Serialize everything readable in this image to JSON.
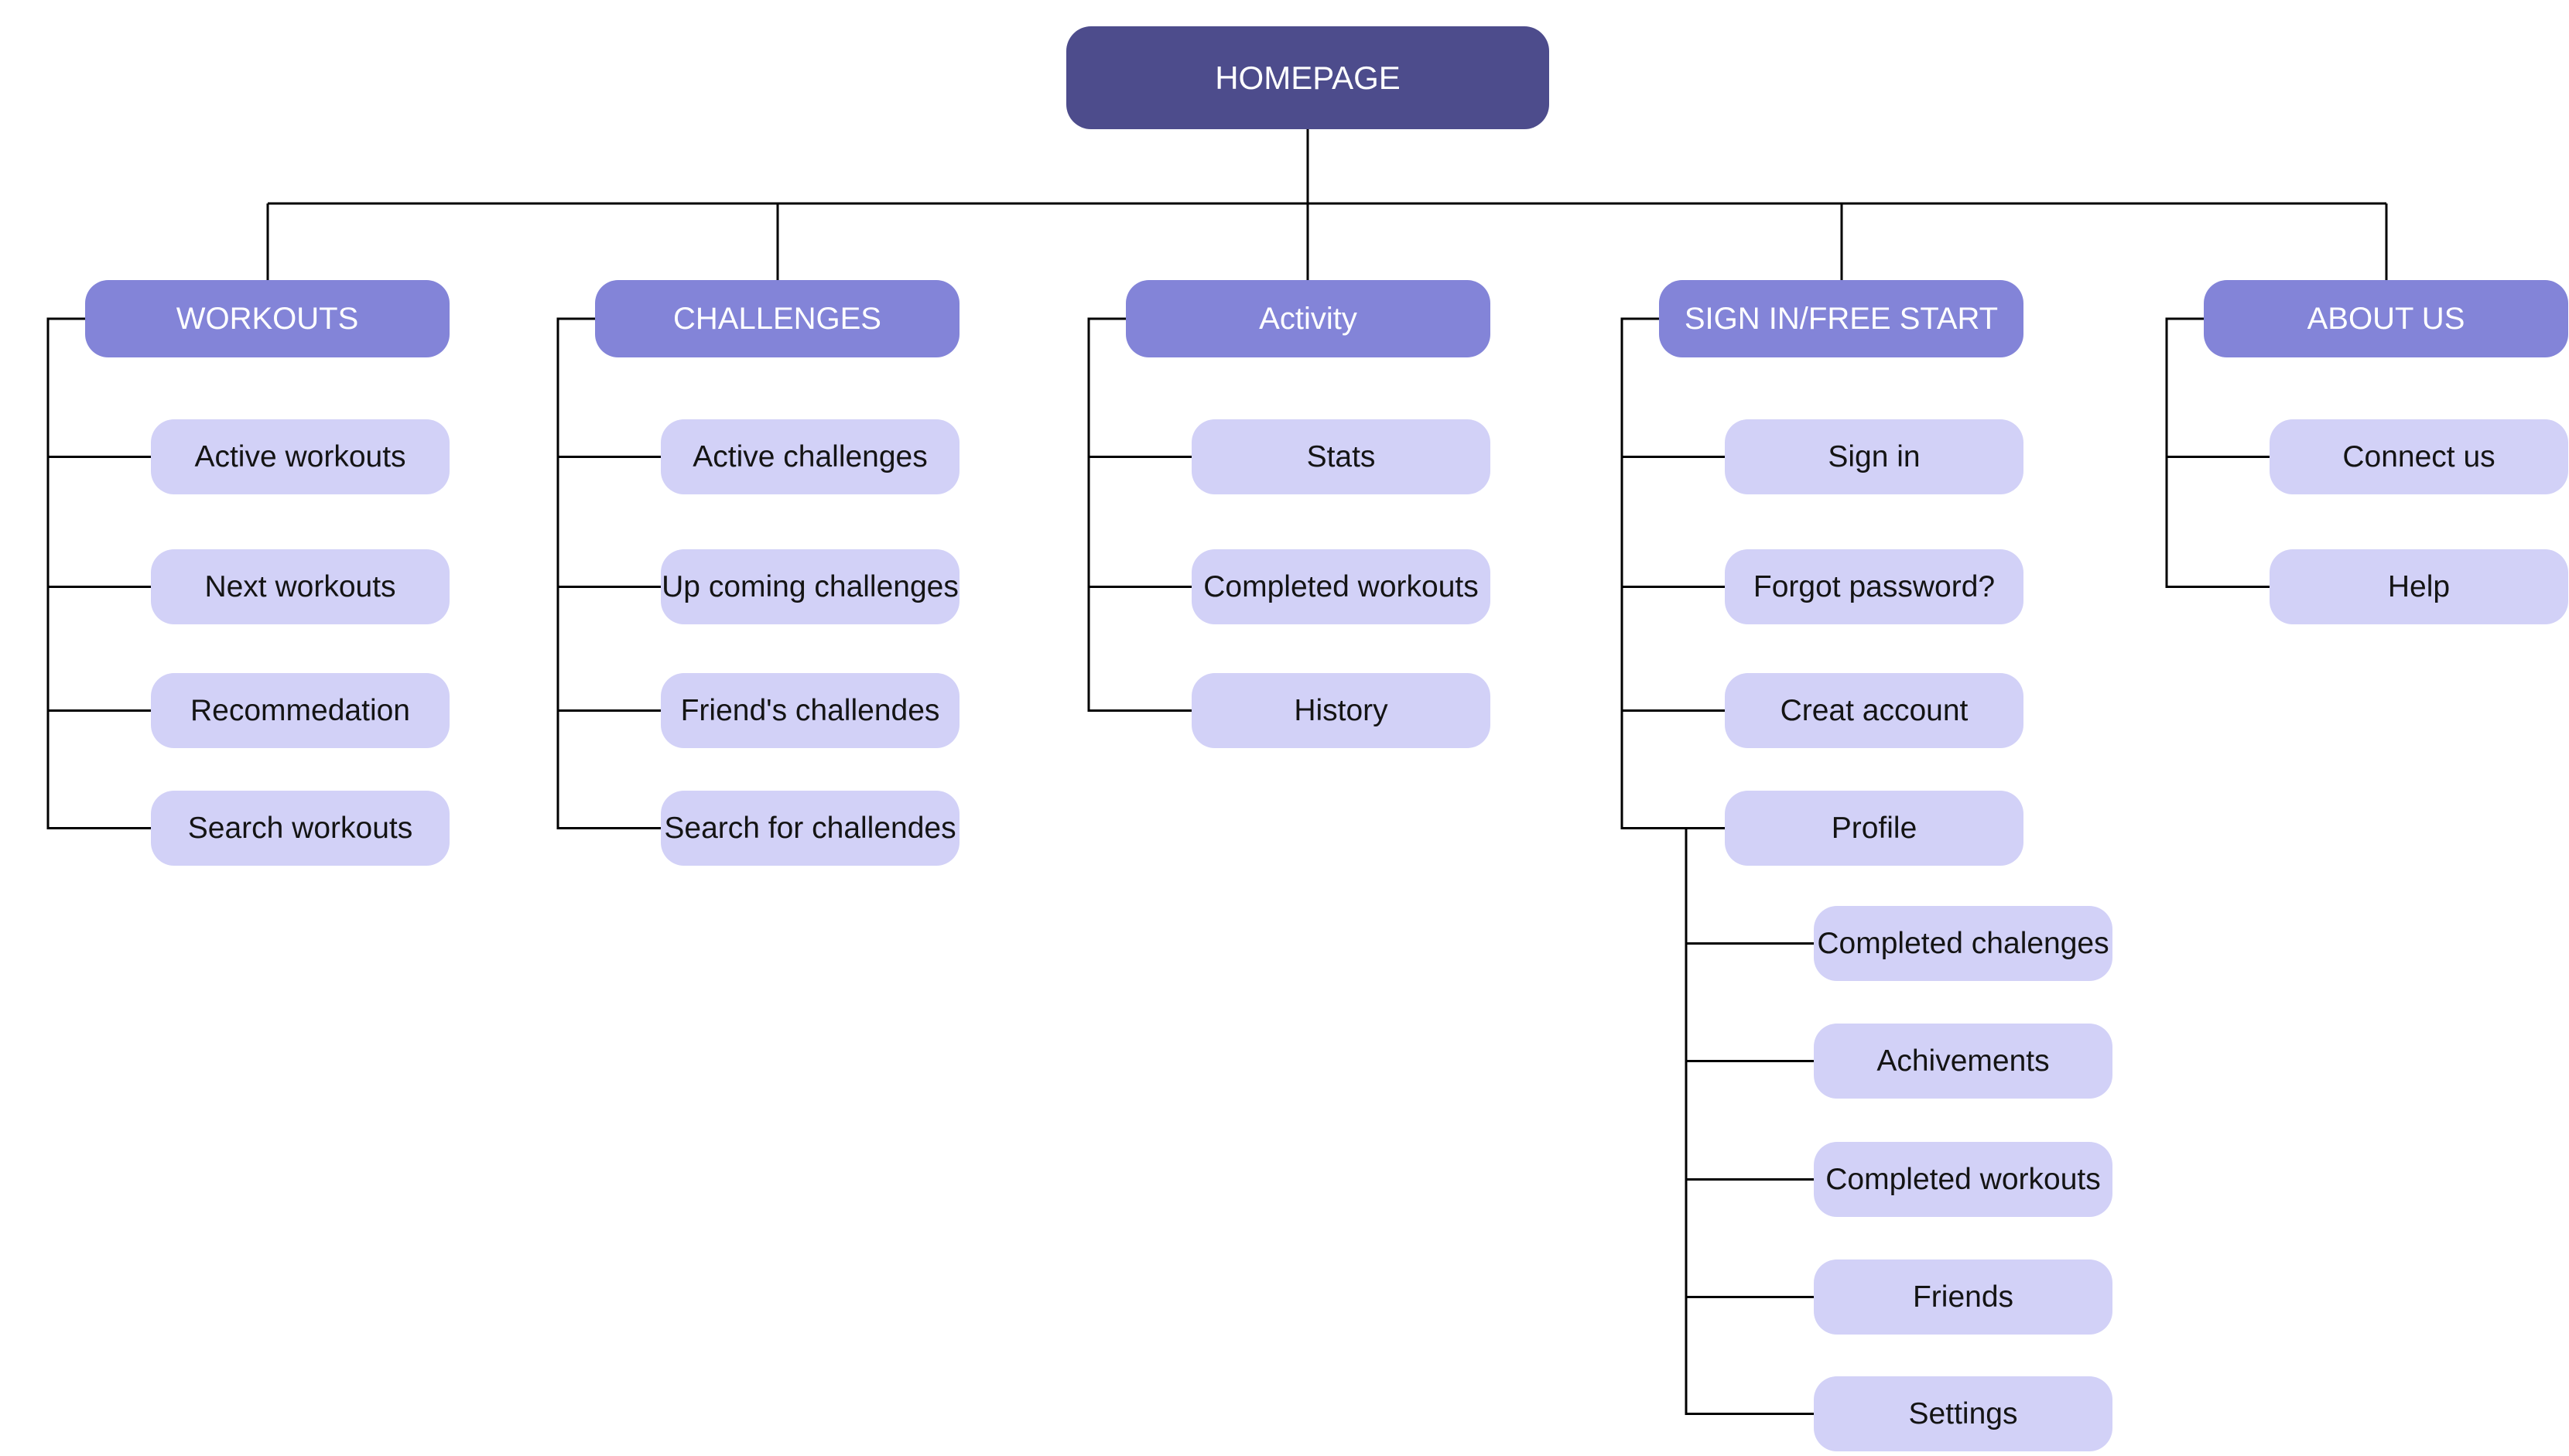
{
  "diagram": {
    "root": {
      "label": "HOMEPAGE"
    },
    "sections": [
      {
        "label": "WORKOUTS",
        "children": [
          {
            "label": "Active workouts"
          },
          {
            "label": "Next workouts"
          },
          {
            "label": "Recommedation"
          },
          {
            "label": "Search workouts"
          }
        ]
      },
      {
        "label": "CHALLENGES",
        "children": [
          {
            "label": "Active challenges"
          },
          {
            "label": "Up coming challenges"
          },
          {
            "label": "Friend's challendes"
          },
          {
            "label": "Search for challendes"
          }
        ]
      },
      {
        "label": "Activity",
        "children": [
          {
            "label": "Stats"
          },
          {
            "label": "Completed workouts"
          },
          {
            "label": "History"
          }
        ]
      },
      {
        "label": "SIGN IN/FREE START",
        "children": [
          {
            "label": "Sign in"
          },
          {
            "label": "Forgot password?"
          },
          {
            "label": "Creat account"
          },
          {
            "label": "Profile",
            "children": [
              {
                "label": "Completed chalenges"
              },
              {
                "label": "Achivements"
              },
              {
                "label": "Completed workouts"
              },
              {
                "label": "Friends"
              },
              {
                "label": "Settings"
              }
            ]
          }
        ]
      },
      {
        "label": "ABOUT US",
        "children": [
          {
            "label": "Connect us"
          },
          {
            "label": "Help"
          }
        ]
      }
    ],
    "colors": {
      "root_fill": "#4D4C8C",
      "section_fill": "#8384D8",
      "item_fill": "#D2D1F7",
      "root_text": "#FFFFFF",
      "section_text": "#FFFFFF",
      "item_text": "#141414",
      "line": "#000000",
      "background": "#FFFFFF"
    }
  }
}
